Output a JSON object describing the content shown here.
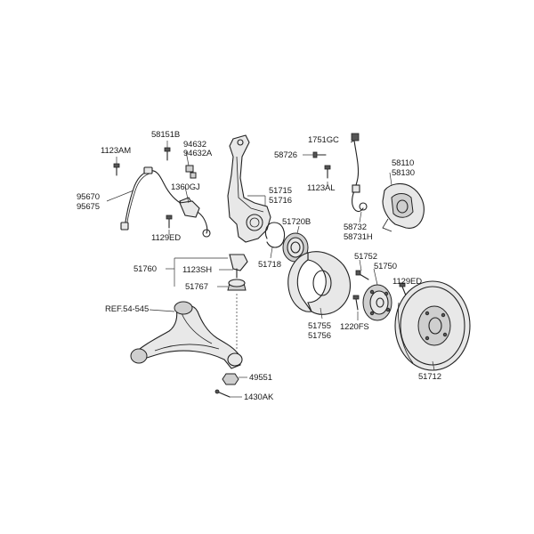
{
  "parts": {
    "p1123AM": "1123AM",
    "p58151B": "58151B",
    "p94632": "94632",
    "p94632A": "94632A",
    "p1360GJ": "1360GJ",
    "p95670": "95670",
    "p95675": "95675",
    "p1129ED_a": "1129ED",
    "p51715": "51715",
    "p51716": "51716",
    "p51720B": "51720B",
    "p51718": "51718",
    "p1751GC": "1751GC",
    "p58726": "58726",
    "p1123AL": "1123AL",
    "p58732": "58732",
    "p58731H": "58731H",
    "p58110": "58110",
    "p58130": "58130",
    "p51760": "51760",
    "p1123SH": "1123SH",
    "p51767": "51767",
    "ref": "REF.54-545",
    "p49551": "49551",
    "p1430AK": "1430AK",
    "p51752": "51752",
    "p51750": "51750",
    "p1129ED_b": "1129ED",
    "p51755": "51755",
    "p51756": "51756",
    "p1220FS": "1220FS",
    "p51712": "51712"
  }
}
